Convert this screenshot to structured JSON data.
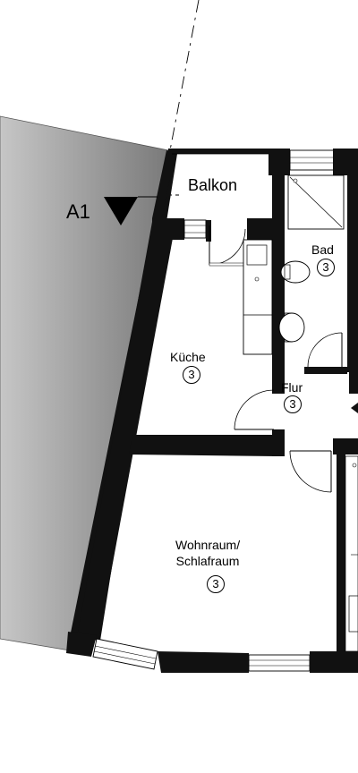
{
  "section_marker": {
    "label": "A1"
  },
  "rooms": {
    "balkon": {
      "name": "Balkon"
    },
    "bad": {
      "name": "Bad",
      "number": "3"
    },
    "kueche": {
      "name": "Küche",
      "number": "3"
    },
    "flur": {
      "name": "Flur",
      "number": "3"
    },
    "wohnraum": {
      "line1": "Wohnraum/",
      "line2": "Schlafraum",
      "number": "3"
    }
  },
  "colors": {
    "wall": "#111111",
    "neighbor_gradient_start": "#c4c4c4",
    "neighbor_gradient_end": "#7c7c7c",
    "background": "#ffffff"
  }
}
